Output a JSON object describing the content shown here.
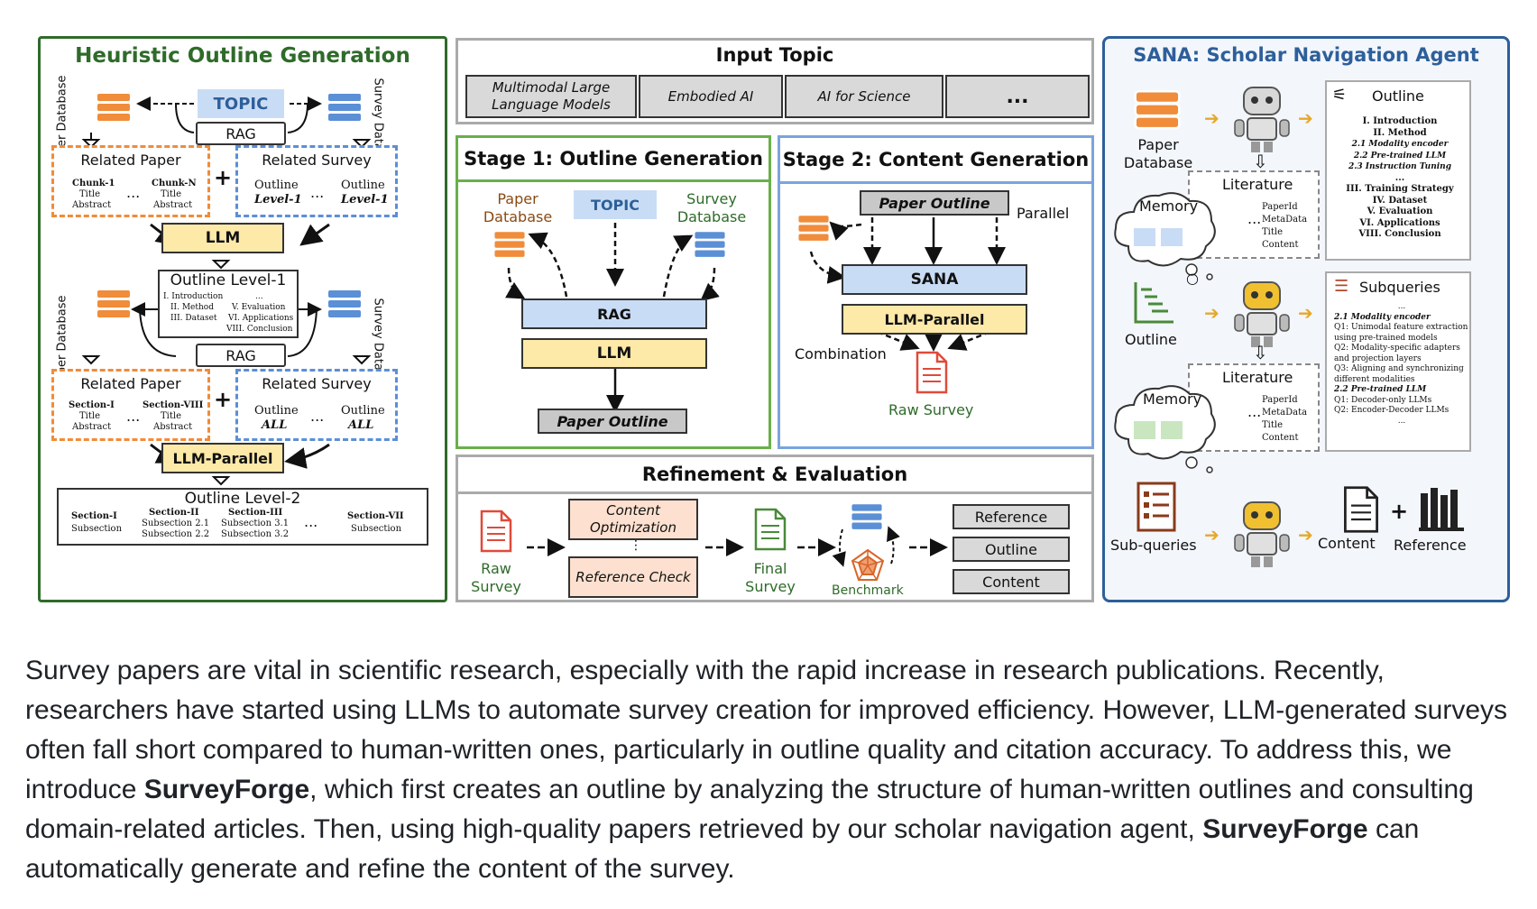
{
  "panel_left": {
    "title": "Heuristic Outline Generation",
    "paper_db": "Paper Database",
    "survey_db": "Survey Database",
    "topic": "TOPIC",
    "rag": "RAG",
    "related_paper": "Related Paper",
    "related_survey": "Related Survey",
    "chunk1": "Chunk-1",
    "chunkN": "Chunk-N",
    "title_lbl": "Title",
    "abstract_lbl": "Abstract",
    "outline_lbl": "Outline",
    "level1": "Level-1",
    "llm": "LLM",
    "outline_level1": "Outline Level-1",
    "ol1_items": [
      "I. Introduction",
      "II. Method",
      "III. Dataset",
      "...",
      "V. Evaluation",
      "VI. Applications",
      "VIII. Conclusion"
    ],
    "section1": "Section-I",
    "section8": "Section-VIII",
    "all": "ALL",
    "llm_parallel": "LLM-Parallel",
    "outline_level2": "Outline Level-2",
    "ol2_sections": [
      "Section-I",
      "Section-II",
      "Section-III",
      "Section-VII"
    ],
    "subsection": "Subsection",
    "sub21": "Subsection 2.1",
    "sub22": "Subsection 2.2",
    "sub31": "Subsection 3.1",
    "sub32": "Subsection 3.2",
    "dots": "..."
  },
  "panel_input": {
    "title": "Input Topic",
    "topics": [
      "Multimodal Large Language Models",
      "Embodied AI",
      "AI for Science",
      "..."
    ]
  },
  "panel_stage1": {
    "title": "Stage 1: Outline Generation",
    "paper_db": "Paper Database",
    "topic": "TOPIC",
    "survey_db": "Survey Database",
    "rag": "RAG",
    "llm": "LLM",
    "paper_outline": "Paper Outline"
  },
  "panel_stage2": {
    "title": "Stage 2: Content Generation",
    "paper_outline": "Paper Outline",
    "parallel": "Parallel",
    "sana": "SANA",
    "llm_parallel": "LLM-Parallel",
    "combination": "Combination",
    "raw_survey": "Raw Survey"
  },
  "panel_refine": {
    "title": "Refinement & Evaluation",
    "raw_survey": "Raw Survey",
    "content_opt": "Content Optimization",
    "ref_check": "Reference Check",
    "final_survey": "Final Survey",
    "benchmark": "Benchmark",
    "metrics": [
      "Reference",
      "Outline",
      "Content"
    ]
  },
  "panel_sana": {
    "title": "SANA: Scholar Navigation Agent",
    "paper_db": "Paper Database",
    "outline_card_title": "Outline",
    "outline_items": [
      "I. Introduction",
      "II. Method",
      "2.1 Modality encoder",
      "2.2 Pre-trained LLM",
      "2.3 Instruction Tuning",
      "...",
      "III. Training Strategy",
      "IV. Dataset",
      "V. Evaluation",
      "VI. Applications",
      "VIII. Conclusion"
    ],
    "memory": "Memory",
    "literature": "Literature",
    "lit_fields": [
      "PaperId",
      "MetaData",
      "Title",
      "Content"
    ],
    "outline_lbl": "Outline",
    "subqueries_title": "Subqueries",
    "subqueries_items": [
      "...",
      "2.1 Modality encoder",
      "Q1: Unimodal feature extraction using pre-trained models",
      "Q2: Modality-specific adapters and projection layers",
      "Q3: Aligning and synchronizing different modalities",
      "2.2 Pre-trained LLM",
      "Q1: Decoder-only LLMs",
      "Q2: Encoder-Decoder LLMs",
      "..."
    ],
    "subqueries_lbl": "Sub-queries",
    "content_lbl": "Content",
    "reference_lbl": "Reference"
  },
  "paragraph": {
    "p1": "Survey papers are vital in scientific research, especially with the rapid increase in research publications. Recently, researchers have started using LLMs to automate survey creation for improved efficiency. However, LLM-generated surveys often fall short compared to human-written ones, particularly in outline quality and citation accuracy. To address this, we introduce ",
    "b1": "SurveyForge",
    "p2": ", which first creates an outline by analyzing the structure of human-written outlines and consulting domain-related articles. Then, using high-quality papers retrieved by our scholar navigation agent, ",
    "b2": "SurveyForge",
    "p3": " can automatically generate and refine the content of the survey."
  },
  "colors": {
    "green_border": "#2f6b2a",
    "blue_border": "#2d5f9a",
    "orange": "#f08c3a",
    "llm_yellow": "#fde9a8",
    "topic_blue": "#c9dcf5",
    "stage1_green": "#6aaf4c",
    "stage2_blue": "#7aa4de"
  }
}
